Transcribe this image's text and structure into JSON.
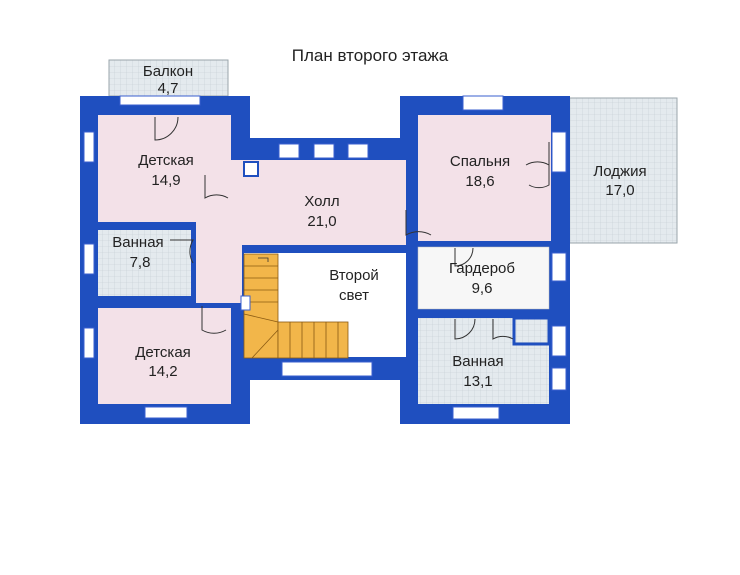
{
  "title": "План второго этажа",
  "rooms": {
    "balcony": {
      "name": "Балкон",
      "area": "4,7"
    },
    "kids1": {
      "name": "Детская",
      "area": "14,9"
    },
    "bath1": {
      "name": "Ванная",
      "area": "7,8"
    },
    "kids2": {
      "name": "Детская",
      "area": "14,2"
    },
    "hall": {
      "name": "Холл",
      "area": "21,0"
    },
    "second_light": {
      "name_line1": "Второй",
      "name_line2": "свет"
    },
    "bedroom": {
      "name": "Спальня",
      "area": "18,6"
    },
    "loggia": {
      "name": "Лоджия",
      "area": "17,0"
    },
    "wardrobe": {
      "name": "Гардероб",
      "area": "9,6"
    },
    "bath2": {
      "name": "Ванная",
      "area": "13,1"
    }
  },
  "colors": {
    "wall": "#1f4fbf",
    "room_fill": "#f3e1e8",
    "tile_fill": "#dfe6ea",
    "stair": "#f2b64a"
  }
}
